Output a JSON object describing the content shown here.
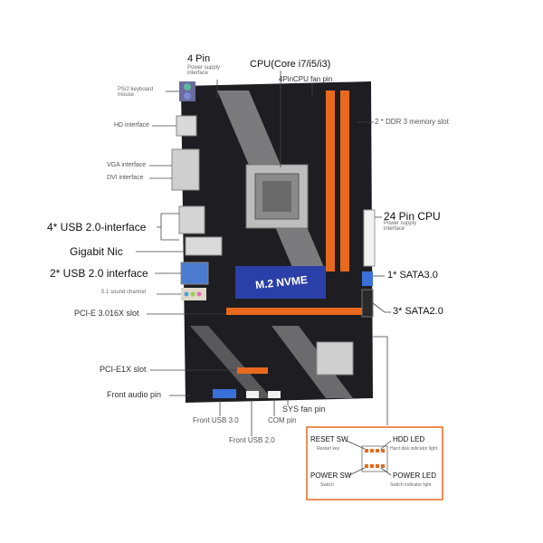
{
  "labels": {
    "pin4": "4 Pin",
    "pin4_sub": "Power supply interface",
    "cpu": "CPU(Core i7/i5/i3)",
    "cpu_fan": "4PinCPU fan pin",
    "ps2": "PS/2 keyboard mouse",
    "hd": "HD interface",
    "ddr3": "2 * DDR 3 memory slot",
    "vga": "VGA interface",
    "dvi": "DVI interface",
    "pin24": "24 Pin CPU",
    "pin24_sub": "Power supply interface",
    "usb20_4": "4* USB 2.0-interface",
    "nic": "Gigabit Nic",
    "usb20_2": "2* USB 2.0 interface",
    "sata3": "1* SATA3.0",
    "sound": "5.1 sound channel",
    "sata2": "3* SATA2.0",
    "pcie16": "PCI-E 3.016X slot",
    "pcie1": "PCI-E1X slot",
    "front_audio": "Front audio pin",
    "sys_fan": "SYS fan pin",
    "front_usb3": "Front USB 3.0",
    "com": "COM pin",
    "front_usb2": "Front USB 2.0",
    "m2": "M.2 NVME"
  },
  "panel": {
    "reset_sw": "RESET SW",
    "reset_sub": "Restart key",
    "hdd_led": "HDD  LED",
    "hdd_sub": "Hard disk indicator light",
    "power_sw": "POWER SW",
    "power_sub": "Switch",
    "power_led": "POWER LED",
    "power_led_sub": "Switch indicator light"
  },
  "colors": {
    "board": "#1e1e22",
    "accent": "#e8691e",
    "slot_blue": "#3a6fd8"
  }
}
